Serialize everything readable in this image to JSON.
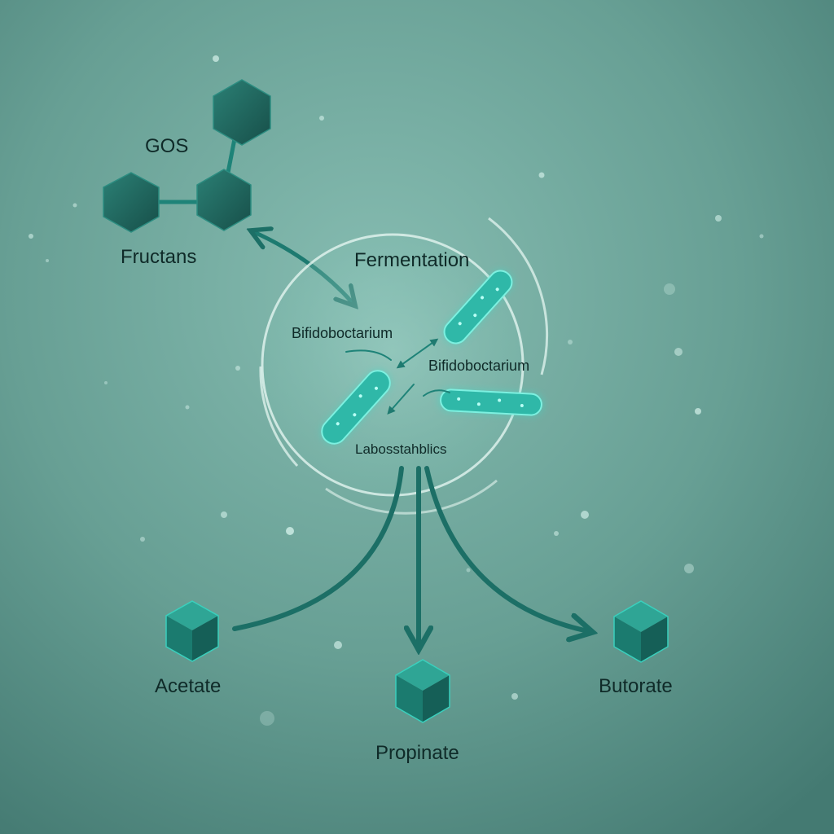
{
  "labels": {
    "gos": "GOS",
    "fructans": "Fructans",
    "fermentation": "Fermentation",
    "bifido_left": "Bifidoboctarium",
    "bifido_right": "Bifidoboctarium",
    "lacto": "Labosstahblics",
    "acetate": "Acetate",
    "propionate": "Propinate",
    "butyrate": "Butorate"
  },
  "colors": {
    "background": "#6aa89c",
    "hexagon": "#1f6e64",
    "cube": "#1e8a7c",
    "arrow": "#1c6f66",
    "bacteria": "#43d6c4",
    "ring": "#d6efe9"
  },
  "icons": {
    "molecule": "hexagon-chain-icon",
    "bacteria": "rod-bacteria-icon",
    "product": "cube-icon"
  }
}
